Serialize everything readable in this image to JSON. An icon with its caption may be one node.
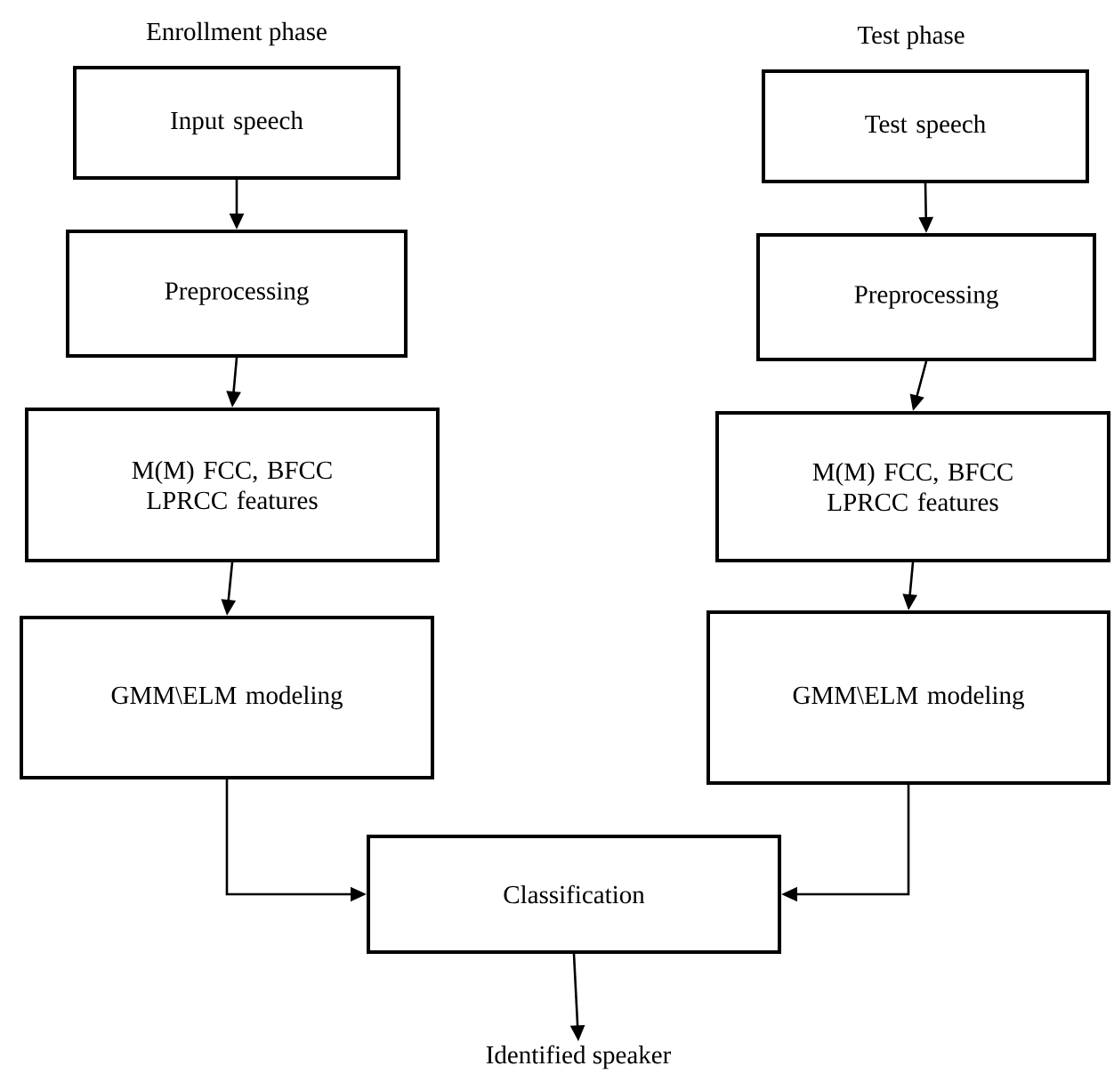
{
  "diagram": {
    "nodes": [
      {
        "text": [
          "Input speech"
        ]
      },
      {
        "text": [
          "Preprocessing"
        ]
      },
      {
        "text": [
          "M(M) FCC, BFCC LPRCC features"
        ]
      },
      {
        "text": [
          "GMM\\ELM modeling"
        ]
      },
      {
        "text": [
          "Test speech"
        ]
      },
      {
        "text": [
          "Preprocessing"
        ]
      },
      {
        "text": [
          "M(M) FCC, BFCC LPRCC features"
        ]
      },
      {
        "text": [
          "GMM\\ELM modeling"
        ]
      },
      {
        "text": [
          "Classification"
        ]
      },
      {
        "text": [
          "Identified speaker"
        ]
      }
    ],
    "edges": [
      {
        "from": 0,
        "to": 1,
        "arrow": "to"
      },
      {
        "from": 1,
        "to": 2,
        "arrow": "to"
      },
      {
        "from": 2,
        "to": 3,
        "arrow": "to"
      },
      {
        "from": 4,
        "to": 5,
        "arrow": "to"
      },
      {
        "from": 5,
        "to": 6,
        "arrow": "to"
      },
      {
        "from": 6,
        "to": 7,
        "arrow": "to"
      },
      {
        "from": 3,
        "to": 8,
        "arrow": "to"
      },
      {
        "from": 7,
        "to": 8,
        "arrow": "to"
      },
      {
        "from": 8,
        "to": 9,
        "arrow": "to"
      }
    ],
    "labels": [
      "Enrollment phase",
      "Test phase"
    ]
  }
}
